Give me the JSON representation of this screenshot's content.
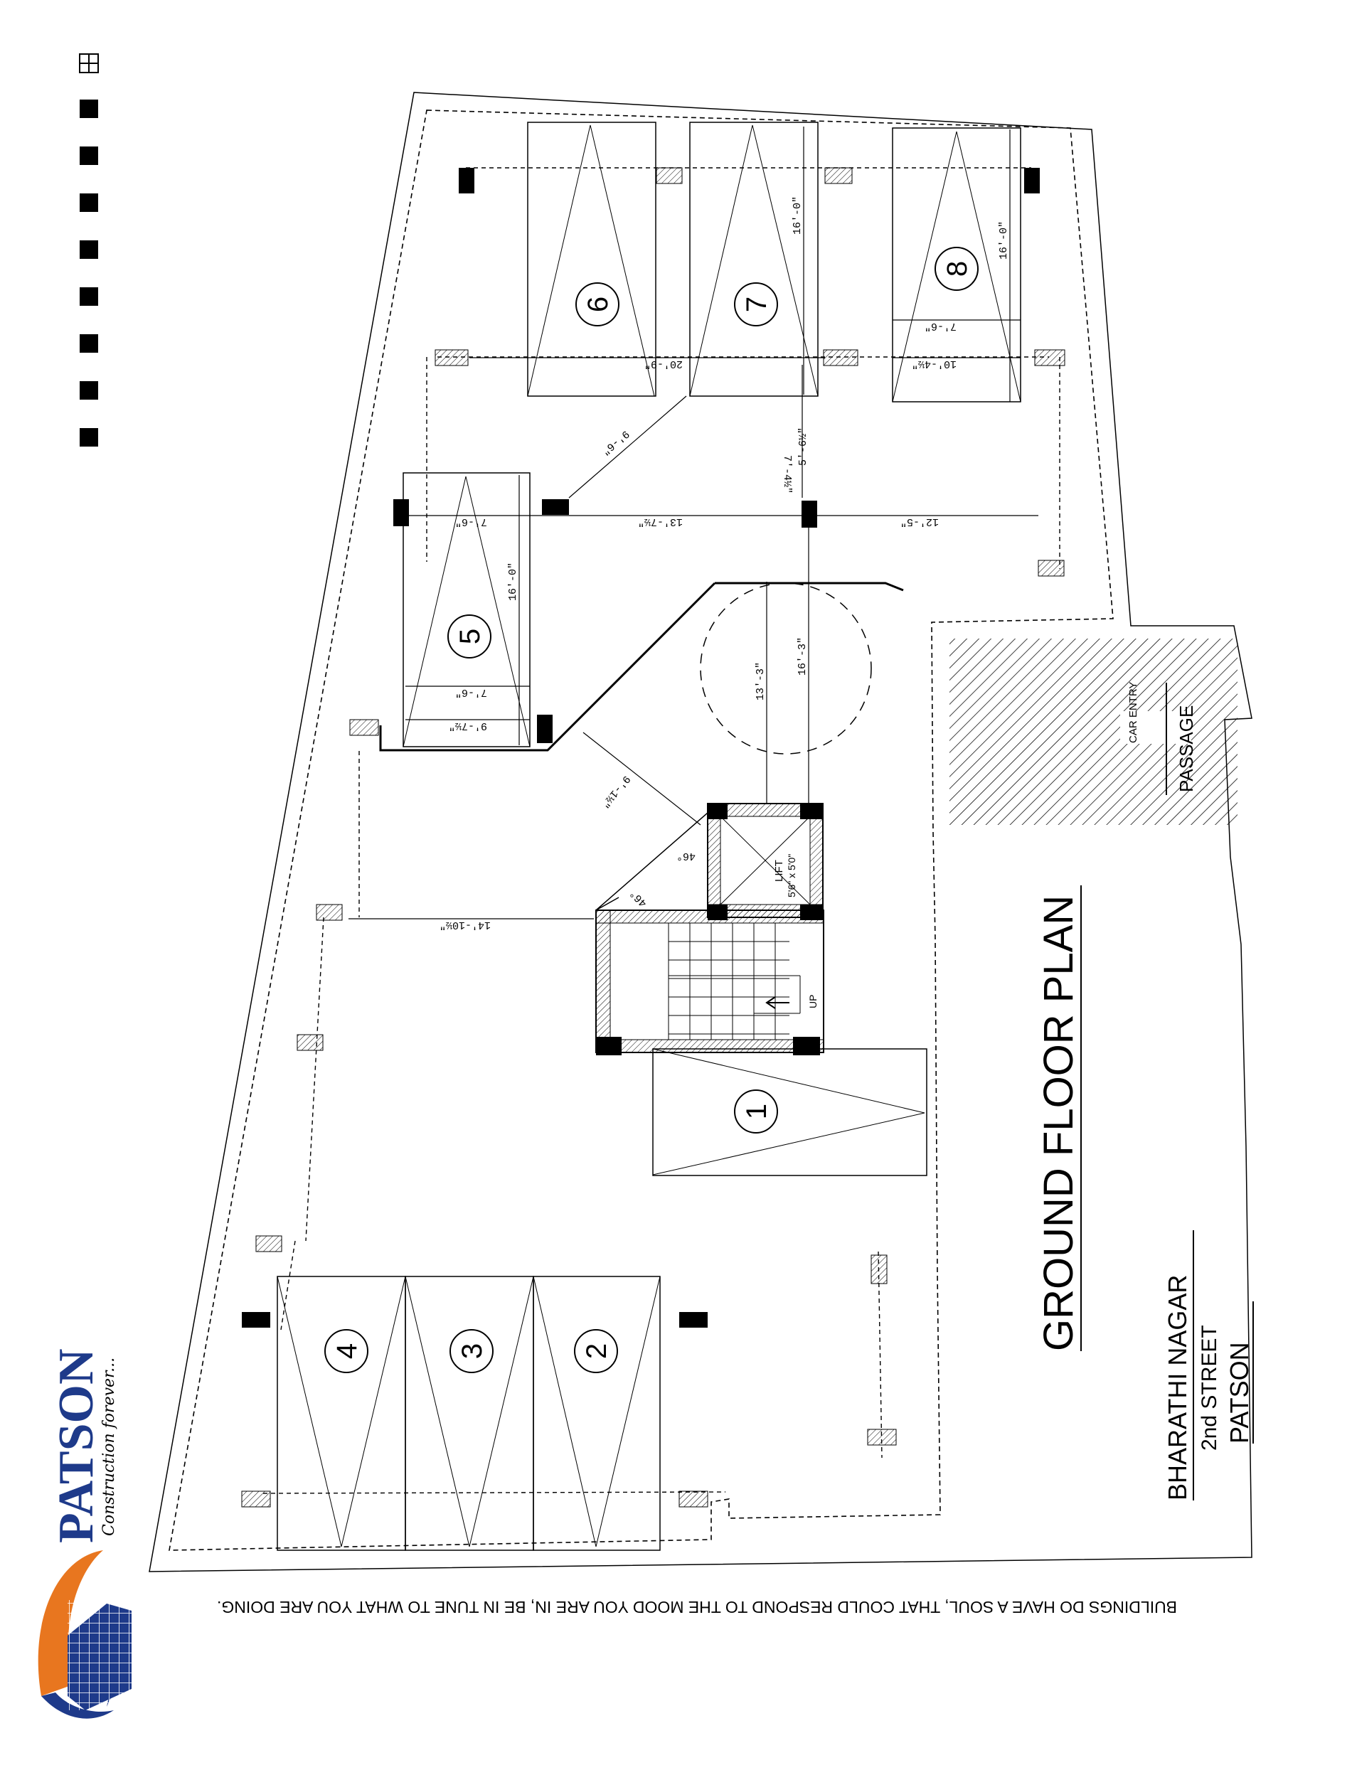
{
  "title": "GROUND FLOOR PLAN",
  "location": {
    "line1": "BHARATHI NAGAR",
    "line2": "2nd STREET",
    "line3": "PATSON"
  },
  "tagline": "BUILDINGS DO HAVE A SOUL, THAT COULD RESPOND TO THE MOOD YOU ARE IN, BE IN TUNE TO WHAT YOU ARE DOING.",
  "brand": {
    "name": "PATSON",
    "slogan": "Construction forever...",
    "accent": "#E8761F",
    "blue": "#1E3A8A"
  },
  "labels": {
    "passage": "PASSAGE",
    "car_entry": "CAR ENTRY",
    "lift": "LIFT",
    "lift_size": "5'6\" x 5'0\"",
    "up": "UP"
  },
  "slots": [
    "1",
    "2",
    "3",
    "4",
    "5",
    "6",
    "7",
    "8"
  ],
  "dimensions": {
    "d_16_a": "16'-0\"",
    "d_16_b": "16'-0\"",
    "d_16_c": "16'-0\"",
    "d_7_6_a": "7'-6\"",
    "d_7_6_b": "7'-6\"",
    "d_7_6_c": "7'-6\"",
    "d_10_4": "10'-4½\"",
    "d_20_9": "20'-9\"",
    "d_9_6": "9'-6\"",
    "d_5_6": "5'-6½\"",
    "d_7_4": "7'-4½\"",
    "d_13_7": "13'-7½\"",
    "d_12_5": "12'-5\"",
    "d_13_3": "13'-3\"",
    "d_16_3": "16'-3\"",
    "d_9_1": "9'-1½\"",
    "d_9_7": "9'-7½\"",
    "d_14_10": "14'-10½\"",
    "a_46_a": "46°",
    "a_46_b": "46°"
  },
  "icon_names": [
    "orientation-icon",
    "patson-building-logo-icon"
  ]
}
